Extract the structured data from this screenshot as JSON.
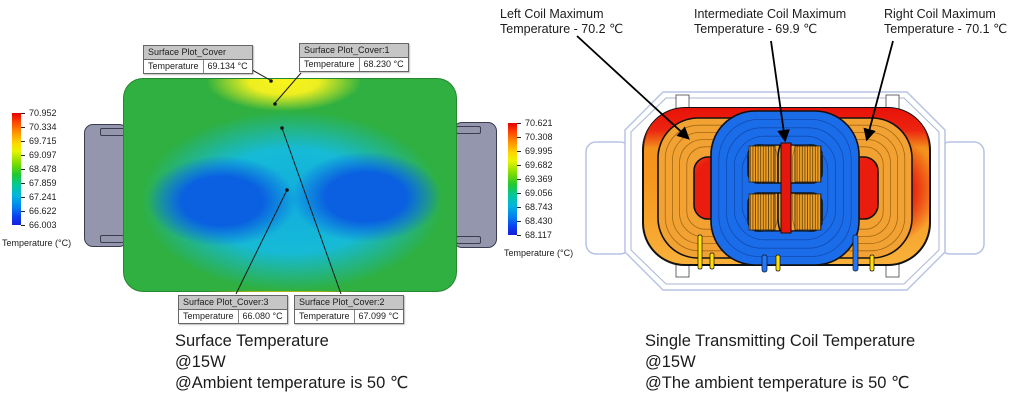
{
  "left_panel": {
    "legend": {
      "title": "Temperature (°C)",
      "values": [
        "70.952",
        "70.334",
        "69.715",
        "69.097",
        "68.478",
        "67.859",
        "67.241",
        "66.622",
        "66.003"
      ]
    },
    "callouts": [
      {
        "name": "Surface Plot_Cover",
        "label": "Temperature",
        "value": "69.134 °C"
      },
      {
        "name": "Surface Plot_Cover:1",
        "label": "Temperature",
        "value": "68.230 °C"
      },
      {
        "name": "Surface Plot_Cover:3",
        "label": "Temperature",
        "value": "66.080 °C"
      },
      {
        "name": "Surface Plot_Cover:2",
        "label": "Temperature",
        "value": "67.099 °C"
      }
    ],
    "caption": [
      "Surface Temperature",
      "@15W",
      "@Ambient temperature is 50 ℃"
    ]
  },
  "right_panel": {
    "legend": {
      "title": "Temperature (°C)",
      "values": [
        "70.621",
        "70.308",
        "69.995",
        "69.682",
        "69.369",
        "69.056",
        "68.743",
        "68.430",
        "68.117"
      ]
    },
    "annotations": [
      {
        "line1": "Left Coil Maximum",
        "line2": "Temperature - 70.2 ℃"
      },
      {
        "line1": "Intermediate Coil Maximum",
        "line2": "Temperature - 69.9 ℃"
      },
      {
        "line1": "Right Coil Maximum",
        "line2": "Temperature - 70.1 ℃"
      }
    ],
    "caption": [
      "Single Transmitting Coil Temperature",
      "@15W",
      "@The ambient temperature is 50 ℃"
    ]
  },
  "colors": {
    "hot_red": "#e8200f",
    "coil_orange": "#f2a233",
    "coil_blue": "#1b6ce8",
    "housing_outline": "#b7c4e4",
    "connector_gray": "#9496ae"
  }
}
